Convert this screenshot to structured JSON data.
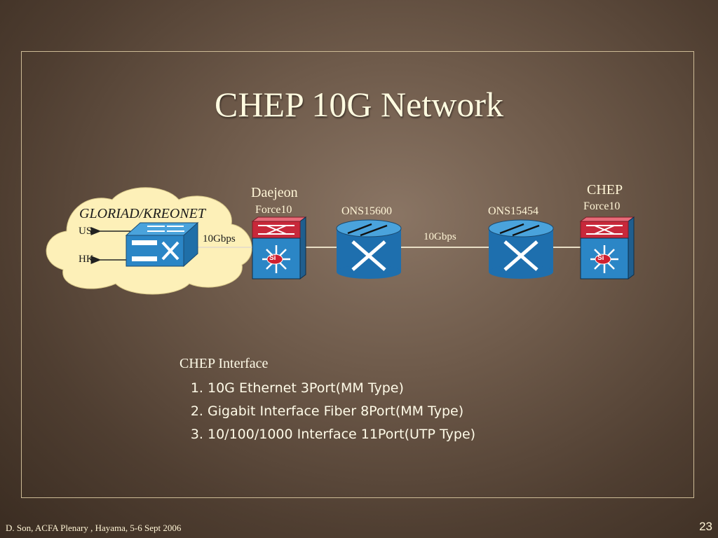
{
  "slide": {
    "title": "CHEP 10G Network",
    "footer": "D. Son, ACFA Plenary , Hayama, 5-6 Sept 2006",
    "page_number": "23"
  },
  "diagram": {
    "cloud_label": "GLORIAD/KREONET",
    "us_label": "US",
    "hk_label": "HK",
    "link1_label": "10Gbps",
    "link2_label": "10Gbps",
    "daejeon_site": "Daejeon",
    "daejeon_device": "Force10",
    "ons1_label": "ONS15600",
    "ons2_label": "ONS15454",
    "chep_site": "CHEP",
    "chep_device": "Force10",
    "si_badge": "Si"
  },
  "interface": {
    "heading": "CHEP Interface",
    "items": [
      "10G Ethernet 3Port(MM Type)",
      "Gigabit Interface Fiber 8Port(MM Type)",
      "10/100/1000 Interface 11Port(UTP Type)"
    ]
  }
}
